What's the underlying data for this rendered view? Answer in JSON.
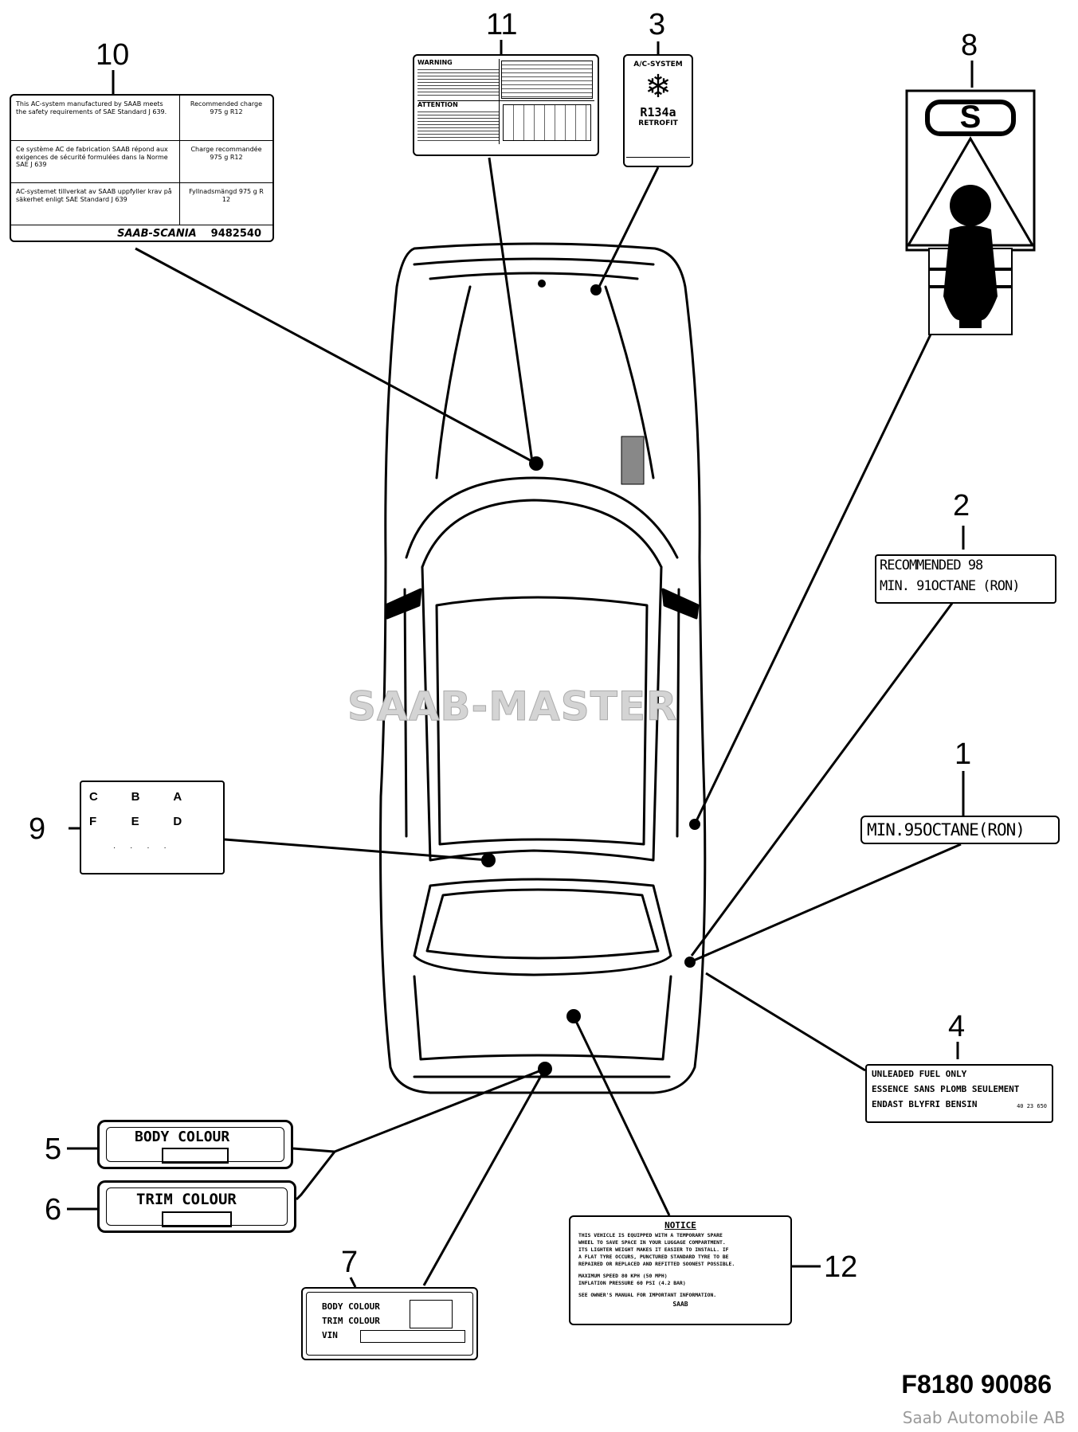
{
  "callouts": [
    "1",
    "2",
    "3",
    "4",
    "5",
    "6",
    "7",
    "8",
    "9",
    "10",
    "11",
    "12"
  ],
  "watermark": "SAAB-MASTER",
  "figure_code": "F8180 90086",
  "copyright": "Saab Automobile AB",
  "label1": {
    "text": "MIN.95OCTANE(RON)"
  },
  "label2": {
    "line1": "RECOMMENDED 98",
    "line2": "MIN. 91OCTANE (RON)"
  },
  "label3": {
    "title": "A/C-SYSTEM",
    "refrigerant": "R134a",
    "sub": "RETROFIT",
    "icon": "snowflake-icon"
  },
  "label4": {
    "line1": "UNLEADED FUEL ONLY",
    "line2": "ESSENCE SANS PLOMB SEULEMENT",
    "line3": "ENDAST BLYFRI BENSIN",
    "part": "40 23 650"
  },
  "label5": {
    "text": "BODY COLOUR"
  },
  "label6": {
    "text": "TRIM COLOUR"
  },
  "label7": {
    "row1": "BODY COLOUR",
    "row2": "TRIM COLOUR",
    "row3": "VIN"
  },
  "label8": {
    "logo": "S",
    "icon": "child-seat-warning-icon"
  },
  "label9": {
    "r1c1": "C",
    "r1c2": "B",
    "r1c3": "A",
    "r2c1": "F",
    "r2c2": "E",
    "r2c3": "D"
  },
  "label10": {
    "row1_left": "This AC-system manufactured by SAAB meets the safety requirements of SAE Standard J 639.",
    "row1_right": "Recommended charge 975 g R12",
    "row2_left": "Ce système AC de fabrication SAAB répond aux exigences de sécurité formulées dans la Norme SAE J 639",
    "row2_right": "Charge recommandée 975 g R12",
    "row3_left": "AC-systemet tillverkat av SAAB uppfyller krav på säkerhet enligt SAE Standard J 639",
    "row3_right": "Fyllnadsmängd 975 g R 12",
    "brand": "SAAB-SCANIA",
    "part": "9482540"
  },
  "label11": {
    "warning": "WARNING",
    "attention": "ATTENTION"
  },
  "label12": {
    "title": "NOTICE",
    "lines": [
      "THIS VEHICLE IS EQUIPPED WITH A TEMPORARY SPARE",
      "WHEEL TO SAVE SPACE IN YOUR LUGGAGE COMPARTMENT.",
      "ITS LIGHTER WEIGHT MAKES IT EASIER TO INSTALL. IF",
      "A FLAT TYRE OCCURS, PUNCTURED STANDARD TYRE TO BE",
      "REPAIRED OR REPLACED AND REFITTED SOONEST POSSIBLE.",
      "MAXIMUM SPEED 80 KPH (50 MPH)",
      "INFLATION PRESSURE 60 PSI (4.2 BAR)",
      "SEE OWNER'S MANUAL FOR IMPORTANT INFORMATION."
    ],
    "brand": "SAAB"
  }
}
